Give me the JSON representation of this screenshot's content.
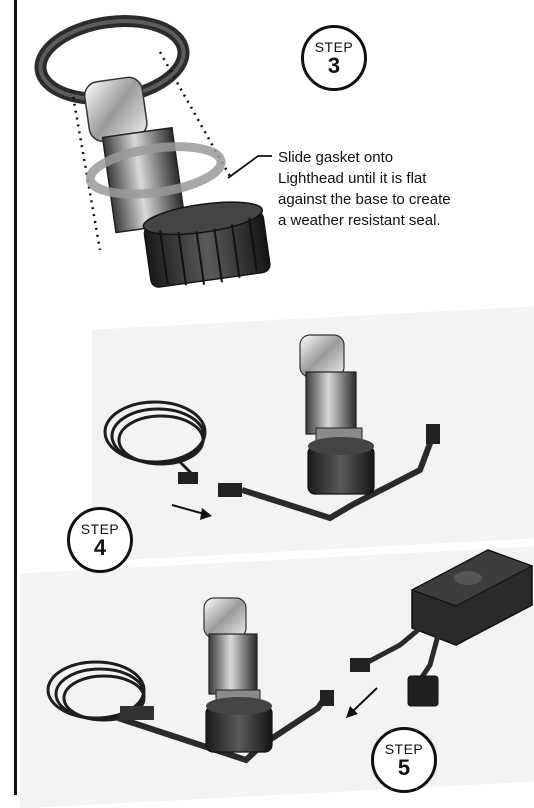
{
  "steps": [
    {
      "word": "STEP",
      "number": "3"
    },
    {
      "word": "STEP",
      "number": "4"
    },
    {
      "word": "STEP",
      "number": "5"
    }
  ],
  "callout": {
    "lines": [
      "Slide gasket onto",
      "Lighthead until it is flat",
      "against the base to create",
      "a weather resistant seal."
    ]
  }
}
